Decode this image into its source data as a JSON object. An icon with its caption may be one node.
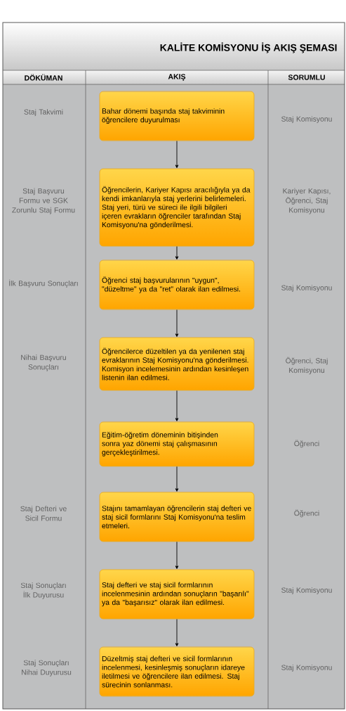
{
  "diagram": {
    "title": "KALİTE KOMİSYONU İŞ AKIŞ ŞEMASI",
    "nodes": [
      {
        "text": [
          "Bahar dönemi başında staj takviminin öğrencilere duyurulması"
        ]
      },
      {
        "text": [
          "Öğrencilerin, Kariyer Kapısı aracılığıyla ya da kendi imkanlarıyla staj yerlerini belirlemeleri. Staj yeri, türü ve süreci ile ilgili bilgileri içeren evrakların öğrenciler tarafından Staj Komisyonu'na gönderilmesi."
        ]
      },
      {
        "text": [
          "Öğrenci staj başvurularının \"uygun\", \"düzeltme\" ya da \"ret\" olarak ilan edilmesi."
        ]
      },
      {
        "text": [
          "Öğrencilerce düzeltilen ya da yenilenen staj evraklarının Staj Komisyonu'na gönderilmesi. Komisyon incelemesinin ardından kesinleşen listenin ilan edilmesi."
        ]
      },
      {
        "text": [
          "Eğitim-öğretim döneminin bitişinden sonra yaz dönemi staj çalışmasının gerçekleştirilmesi."
        ]
      },
      {
        "text": [
          "Stajını tamamlayan öğrencilerin staj defteri ve staj sicil formlarını Staj Komisyonu'na teslim etmeleri."
        ]
      },
      {
        "text": [
          "Staj defteri ve staj sicil formlarının incelenmesinin ardından sonuçların \"başarılı\" ya da \"başarısız\" olarak ilan edilmesi."
        ]
      },
      {
        "text": [
          "Düzeltmiş staj defteri ve sicil formlarının incelenmesi, kesinleşmiş sonuçların idareye iletilmesi ve öğrencilere ilan edilmesi. Staj sürecinin sonlanması."
        ]
      }
    ],
    "edges": [
      {
        "from": 0,
        "to": 1,
        "arrow": "to"
      },
      {
        "from": 1,
        "to": 2,
        "arrow": "to"
      },
      {
        "from": 2,
        "to": 3,
        "arrow": "to"
      },
      {
        "from": 3,
        "to": 4,
        "arrow": "to"
      },
      {
        "from": 4,
        "to": 5,
        "arrow": "to"
      },
      {
        "from": 5,
        "to": 6,
        "arrow": "to"
      },
      {
        "from": 6,
        "to": 7,
        "arrow": "to"
      }
    ],
    "labels": [
      "DÖKÜMAN",
      "AKIŞ",
      "SORUMLU",
      "Staj Takvimi",
      "Staj Komisyonu",
      "Staj Başvuru Formu ve SGK Zorunlu Staj Formu",
      "Kariyer Kapısı, Öğrenci, Staj Komisyonu",
      "İlk Başvuru Sonuçları",
      "Staj Komisyonu",
      "Nihai Başvuru Sonuçları",
      "Öğrenci, Staj Komisyonu",
      "Öğrenci",
      "Staj Defteri ve Sicil Formu",
      "Öğrenci",
      "Staj Sonuçları İlk Duyurusu",
      "Staj Komisyonu",
      "Staj Sonuçları Nihai Duyurusu",
      "Staj Komisyonu"
    ]
  }
}
